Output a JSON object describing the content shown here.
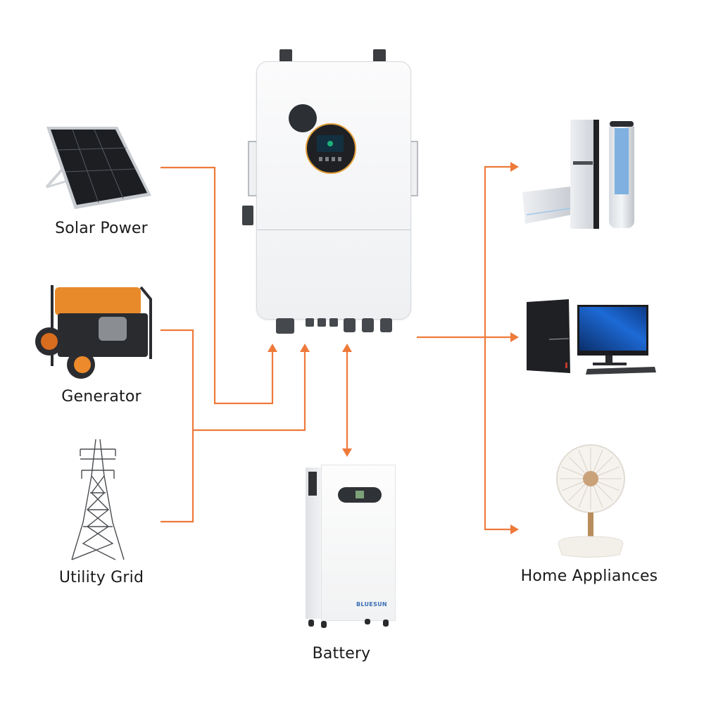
{
  "diagram": {
    "title": "Hybrid inverter energy flow",
    "accent_color": "#ee7a3a",
    "inputs": [
      {
        "id": "solar",
        "label": "Solar Power",
        "icon": "solar-panel-icon"
      },
      {
        "id": "generator",
        "label": "Generator",
        "icon": "generator-icon"
      },
      {
        "id": "grid",
        "label": "Utility Grid",
        "icon": "transmission-tower-icon"
      }
    ],
    "center": {
      "id": "inverter",
      "label": "",
      "icon": "hybrid-inverter-icon"
    },
    "storage": {
      "id": "battery",
      "label": "Battery",
      "icon": "battery-cabinet-icon",
      "brand": "BLUESUN"
    },
    "outputs": {
      "label": "Home Appliances",
      "items": [
        {
          "id": "air-conditioners",
          "icon": "air-conditioner-icon"
        },
        {
          "id": "computer",
          "icon": "desktop-computer-icon"
        },
        {
          "id": "fan",
          "icon": "desk-fan-icon"
        }
      ]
    },
    "flows": [
      {
        "from": "solar",
        "to": "inverter",
        "direction": "one-way"
      },
      {
        "from": "generator",
        "to": "inverter",
        "direction": "one-way",
        "shared_bus": "ac-in"
      },
      {
        "from": "grid",
        "to": "inverter",
        "direction": "one-way",
        "shared_bus": "ac-in"
      },
      {
        "from": "inverter",
        "to": "battery",
        "direction": "two-way"
      },
      {
        "from": "inverter",
        "to": "air-conditioners",
        "direction": "one-way"
      },
      {
        "from": "inverter",
        "to": "computer",
        "direction": "one-way"
      },
      {
        "from": "inverter",
        "to": "fan",
        "direction": "one-way"
      }
    ]
  }
}
